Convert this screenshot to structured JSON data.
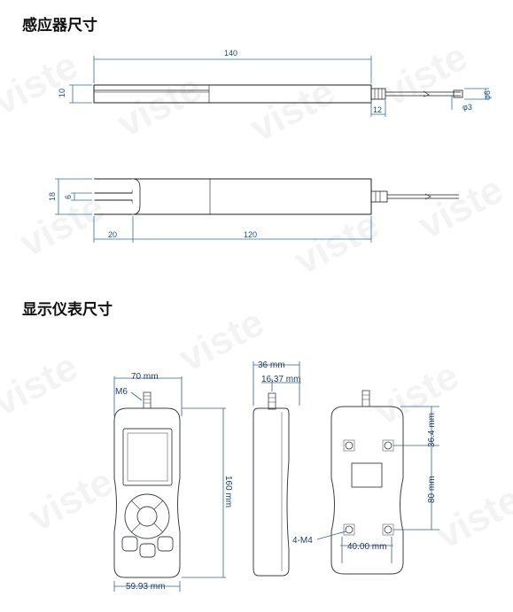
{
  "sections": {
    "sensor_title": "感应器尺寸",
    "meter_title": "显示仪表尺寸"
  },
  "watermark": "viste",
  "sensor_top": {
    "length": "140",
    "height": "10",
    "probe_length": "12",
    "diameter_1": "φ6",
    "diameter_2": "φ3"
  },
  "sensor_side": {
    "height": "18",
    "slot_height": "6",
    "slot_length": "20",
    "body_length": "120"
  },
  "meter": {
    "front_width": "70 mm",
    "connector": "M6",
    "height": "160 mm",
    "bottom_width": "59.93 mm",
    "side_depth": "36 mm",
    "side_depth_inner": "16.37 mm",
    "back_hole_spacing_top": "36.4 mm",
    "back_hole_vertical": "80 mm",
    "back_hole_horizontal": "40.00 mm",
    "screw_label": "4-M4"
  },
  "colors": {
    "line": "#1c1c1c",
    "dimension": "#2a6fa8",
    "device_stroke": "#3a3f47"
  }
}
